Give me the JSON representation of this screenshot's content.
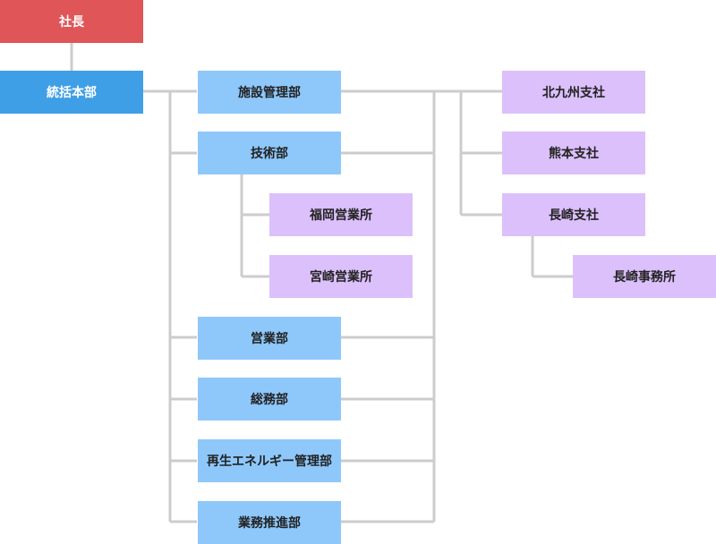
{
  "org": {
    "ceo": "社長",
    "hq": "統括本部",
    "departments": [
      "施設管理部",
      "技術部",
      "営業部",
      "総務部",
      "再生エネルギー管理部",
      "業務推進部"
    ],
    "tech_offices": [
      "福岡営業所",
      "宮崎営業所"
    ],
    "branches": [
      "北九州支社",
      "熊本支社",
      "長崎支社"
    ],
    "nagasaki_office": "長崎事務所"
  },
  "colors": {
    "ceo": "#df5558",
    "hq": "#3f9fe6",
    "department": "#8ec8fb",
    "branch": "#dcc0fb",
    "connector": "#cccccc"
  }
}
